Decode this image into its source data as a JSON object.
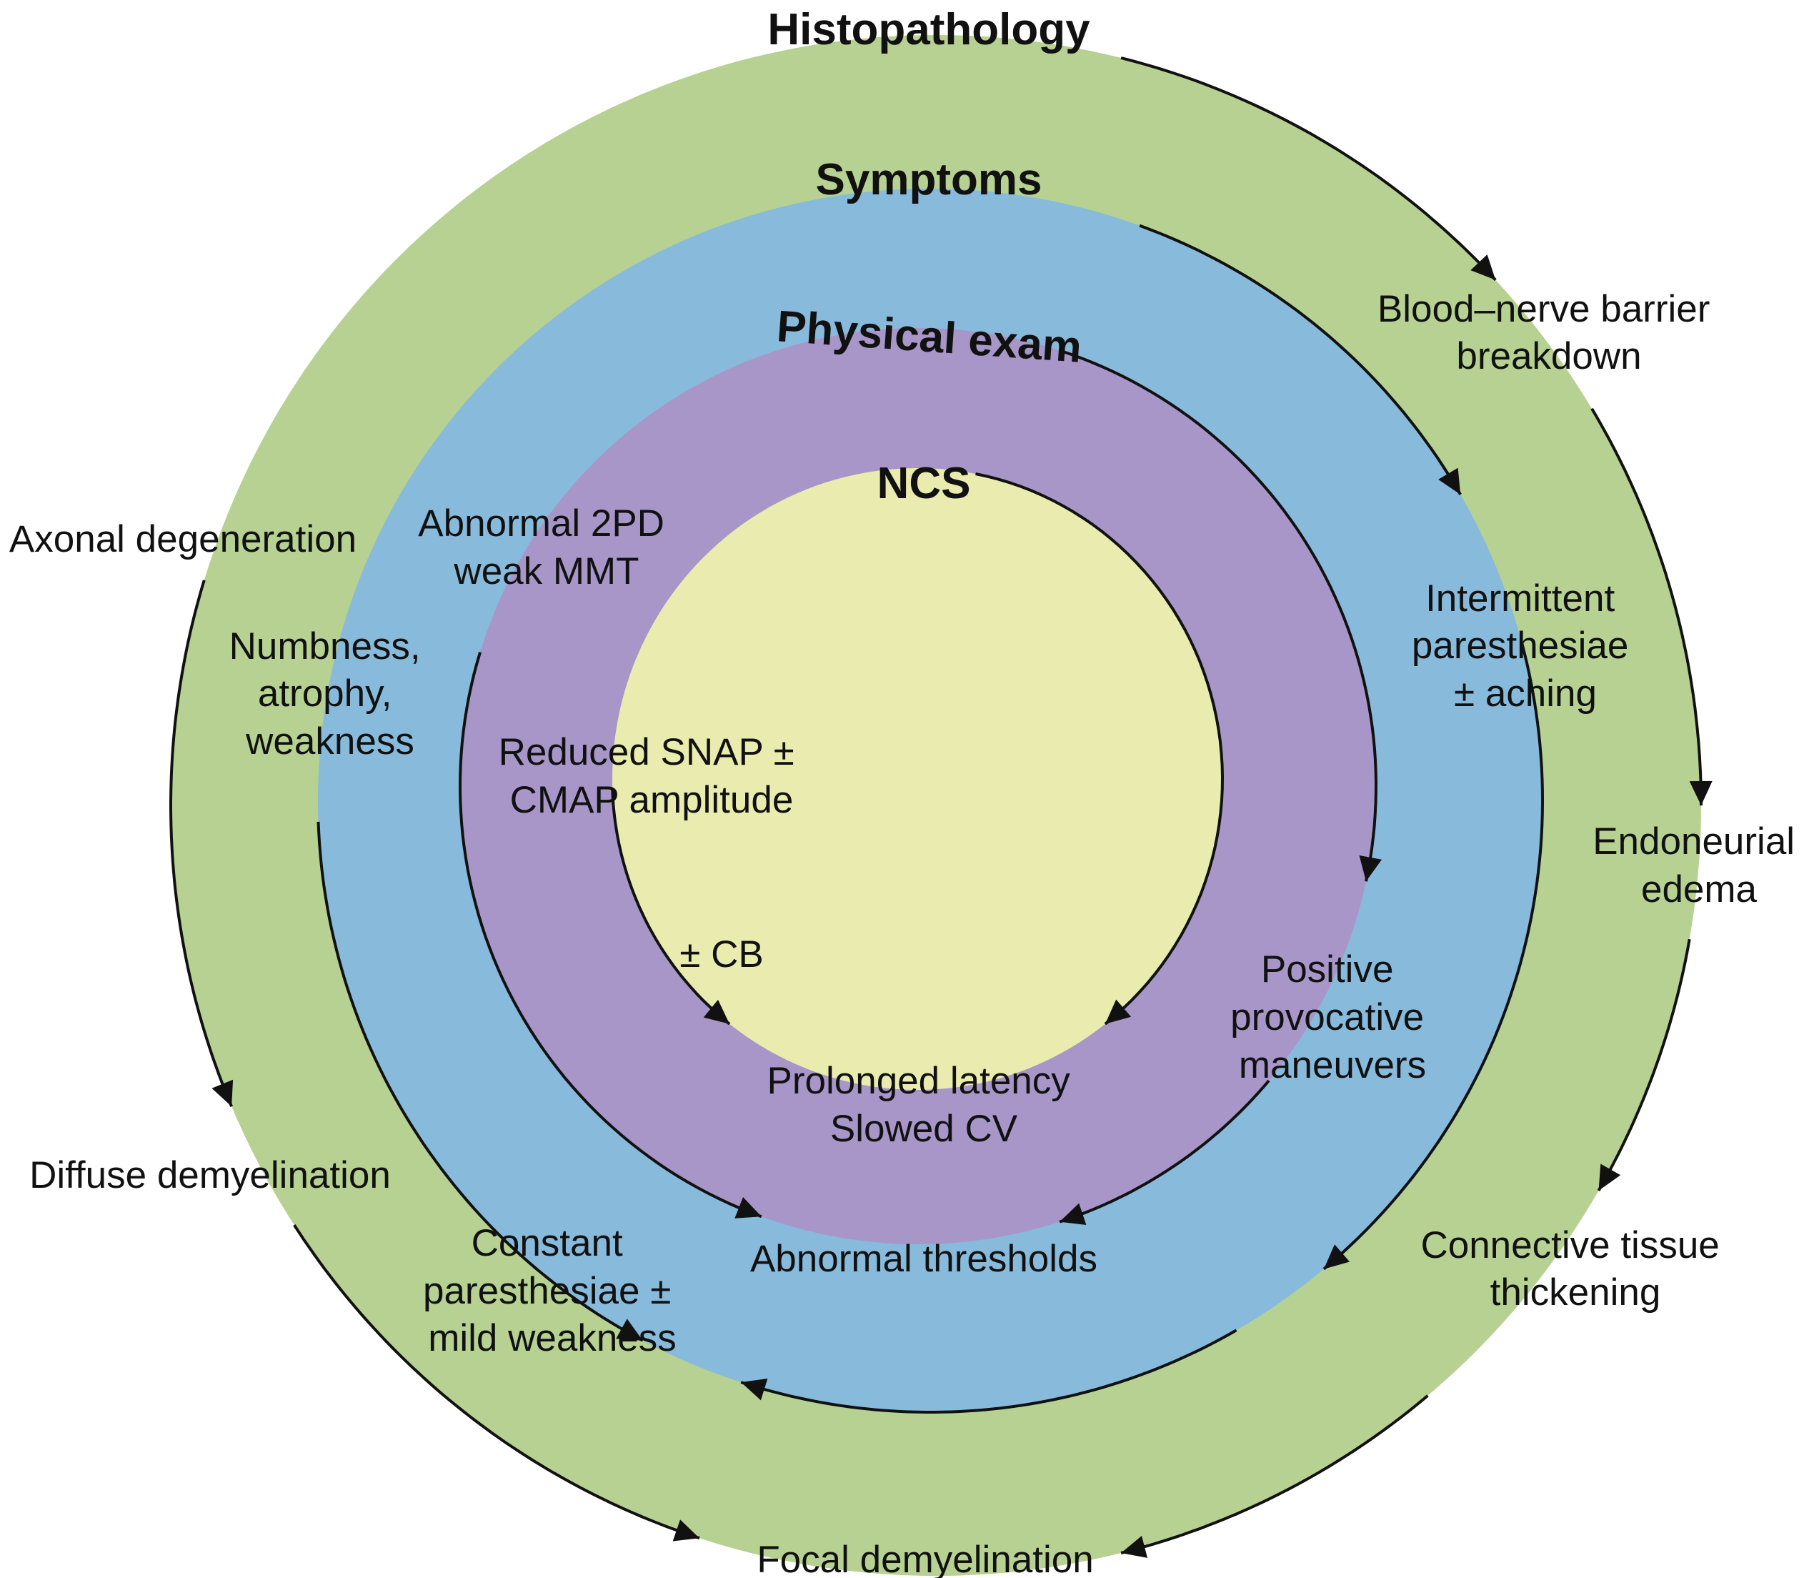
{
  "colors": {
    "histopathology": "#b6d192",
    "symptoms": "#88badb",
    "physical_exam": "#a796c7",
    "ncs": "#eaebaf",
    "line": "#111111"
  },
  "rings": [
    {
      "id": "histopathology",
      "title": "Histopathology"
    },
    {
      "id": "symptoms",
      "title": "Symptoms"
    },
    {
      "id": "physical_exam",
      "title": "Physical exam"
    },
    {
      "id": "ncs",
      "title": "NCS"
    }
  ],
  "labels": {
    "histopathology": [
      [
        "Blood–nerve barrier",
        "breakdown"
      ],
      [
        "Endoneurial",
        "edema"
      ],
      [
        "Connective tissue",
        "thickening"
      ],
      [
        "Focal demyelination"
      ],
      [
        "Diffuse demyelination"
      ],
      [
        "Axonal degeneration"
      ]
    ],
    "symptoms": [
      [
        "Intermittent",
        "paresthesiae",
        "± aching"
      ],
      [
        "Constant",
        "paresthesiae ±",
        "mild weakness"
      ],
      [
        "Numbness,",
        "atrophy,",
        "weakness"
      ]
    ],
    "physical_exam": [
      [
        "Positive",
        "provocative",
        "maneuvers"
      ],
      [
        "Abnormal thresholds"
      ],
      [
        "Abnormal 2PD",
        "weak MMT"
      ]
    ],
    "ncs": [
      [
        "Prolonged latency",
        "Slowed CV"
      ],
      [
        "± CB"
      ],
      [
        "Reduced SNAP ±",
        "CMAP amplitude"
      ]
    ]
  }
}
